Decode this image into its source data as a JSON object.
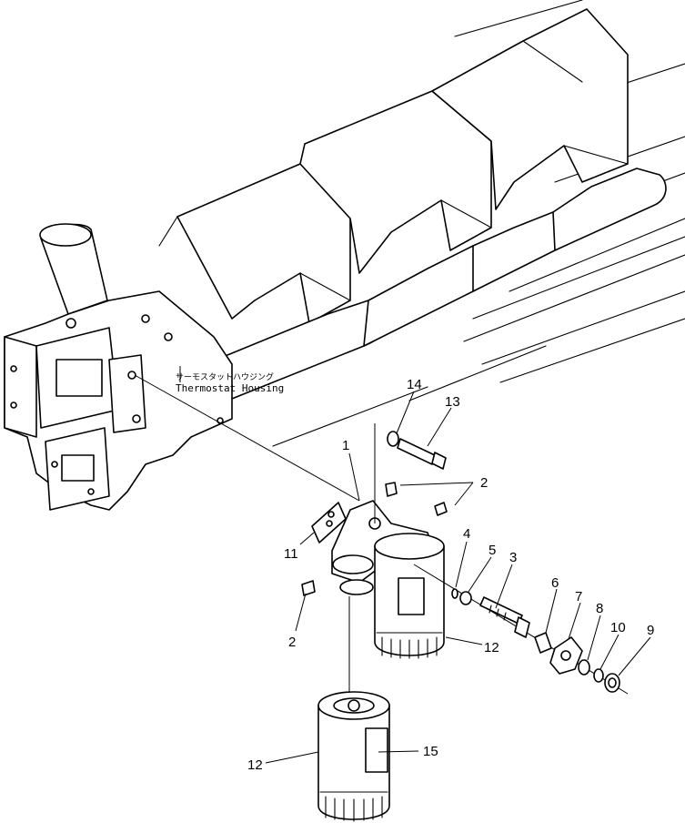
{
  "caption": {
    "japanese": "サーモスタットハウジング",
    "english": "Thermostat Housing"
  },
  "callouts": [
    {
      "id": "1",
      "label": "1"
    },
    {
      "id": "2a",
      "label": "2"
    },
    {
      "id": "2b",
      "label": "2"
    },
    {
      "id": "3",
      "label": "3"
    },
    {
      "id": "4",
      "label": "4"
    },
    {
      "id": "5",
      "label": "5"
    },
    {
      "id": "6",
      "label": "6"
    },
    {
      "id": "7",
      "label": "7"
    },
    {
      "id": "8",
      "label": "8"
    },
    {
      "id": "9",
      "label": "9"
    },
    {
      "id": "10",
      "label": "10"
    },
    {
      "id": "11",
      "label": "11"
    },
    {
      "id": "12a",
      "label": "12"
    },
    {
      "id": "12b",
      "label": "12"
    },
    {
      "id": "13",
      "label": "13"
    },
    {
      "id": "14",
      "label": "14"
    },
    {
      "id": "15",
      "label": "15"
    }
  ]
}
